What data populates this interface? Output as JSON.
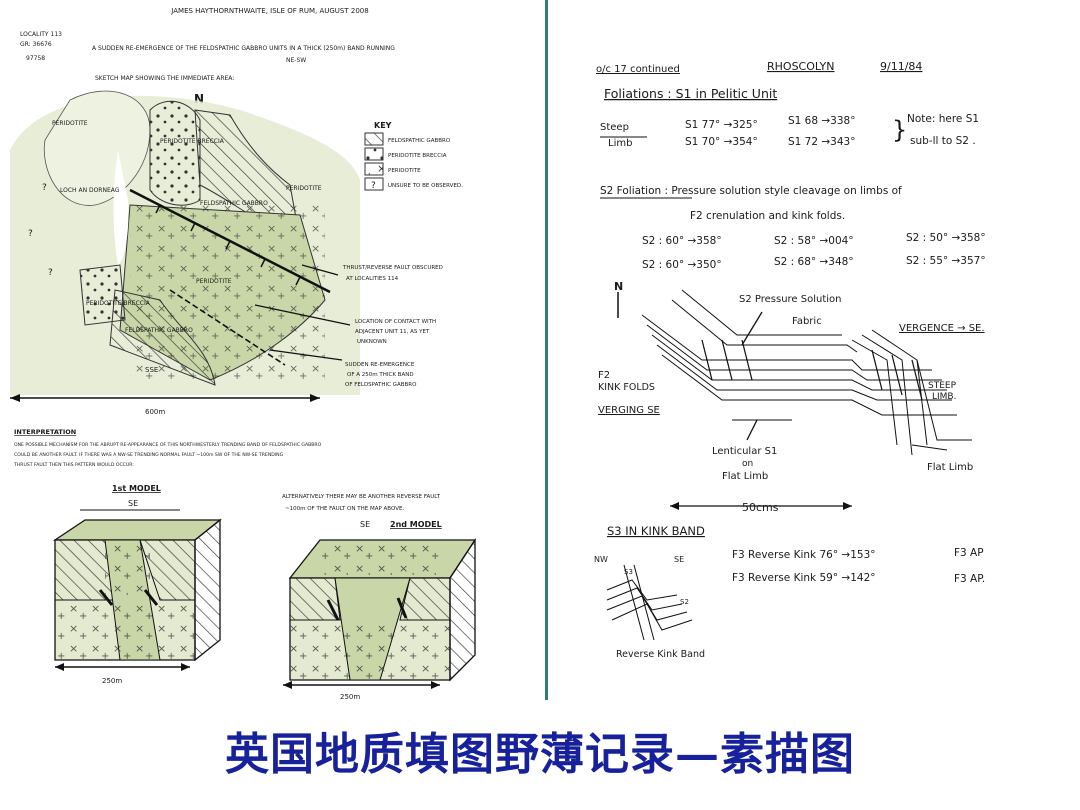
{
  "caption": "英国地质填图野薄记录—素描图",
  "colors": {
    "divider": "#2e7d7a",
    "caption": "#16219b",
    "gabbro_fill": "#c9d7a8",
    "peridotite_fill": "#e3ead0"
  },
  "left": {
    "header": "JAMES HAYTHORNTHWAITE, ISLE OF RUM, AUGUST 2008",
    "locality": [
      "LOCALITY 113",
      "GR: 36676",
      "97758"
    ],
    "intro": [
      "A SUDDEN RE-EMERGENCE OF THE FELDSPATHIC GABBRO UNITS IN A THICK (250m) BAND RUNNING",
      "NE-SW"
    ],
    "sketch_title": "SKETCH MAP SHOWING THE IMMEDIATE AREA:",
    "north": "N",
    "key": {
      "title": "KEY",
      "items": [
        "FELDSPATHIC GABBRO",
        "PERIDOTITE BRECCIA",
        "PERIDOTITE",
        "UNSURE TO BE OBSERVED."
      ]
    },
    "map_labels": {
      "peridotite_tl": "PERIDOTITE",
      "breccia_top": "PERIDOTITE BRECCIA",
      "peridotite_right": "PERIDOTITE",
      "loch": "LOCH AN DORNEAG",
      "feld_gabbro_top": "FELDSPATHIC GABBRO",
      "peridotite_mid": "PERIDOTITE",
      "breccia_bot": "PERIDOTITE BRECCIA",
      "feld_gabbro_bot": "FELDSPATHIC GABBRO",
      "sse": "SSE",
      "q": "?"
    },
    "annotations": [
      [
        "THRUST/REVERSE FAULT OBSCURED",
        "AT LOCALITIES 114"
      ],
      [
        "LOCATION OF CONTACT WITH",
        "ADJACENT UNIT 11, AS YET",
        "UNKNOWN"
      ],
      [
        "SUDDEN RE-EMERGENCE",
        "OF A 250m THICK BAND",
        "OF FELDSPATHIC GABBRO"
      ]
    ],
    "scale_map": "600m",
    "interpretation_heading": "INTERPRETATION",
    "interpretation": [
      "ONE POSSIBLE MECHANISM FOR THE ABRUPT RE-APPEARANCE OF THIS NORTHWESTERLY TRENDING BAND OF FELDSPATHIC GABBRO",
      "COULD BE ANOTHER FAULT. IF THERE WAS A NW-SE TRENDING NORMAL FAULT ~100m SW OF THE NW-SE TRENDING",
      "THRUST FAULT THEN THIS PATTERN WOULD OCCUR:"
    ],
    "model1": {
      "title": "1st MODEL",
      "dir": "SE",
      "scale": "250m"
    },
    "alt_text": [
      "ALTERNATIVELY THERE MAY BE ANOTHER REVERSE FAULT",
      "~100m OF THE FAULT ON THE MAP ABOVE."
    ],
    "model2": {
      "dir": "SE",
      "title": "2nd MODEL",
      "scale": "250m"
    }
  },
  "right": {
    "header_left": "o/c 17 continued",
    "header_mid": "RHOSCOLYN",
    "header_date": "9/11/84",
    "foliations_title": "Foliations : S1 in Pelitic Unit",
    "steep_limb": [
      "Steep",
      "Limb"
    ],
    "s1_rows": [
      [
        "S1 77° →325°",
        "S1 68 →338°"
      ],
      [
        "S1 70° →354°",
        "S1 72 →343°"
      ]
    ],
    "note": [
      "Note: here S1",
      "sub-ll to S2 ."
    ],
    "s2_line1": "S2 Foliation : Pressure solution style cleavage on limbs of",
    "s2_line2": "F2 crenulation and kink folds.",
    "s2_rows": [
      [
        "S2 : 60° →358°",
        "S2 : 58° →004°",
        "S2 : 50° →358°"
      ],
      [
        "S2 : 60° →350°",
        "S2 : 68° →348°",
        "S2 : 55° →357°"
      ]
    ],
    "north": "N",
    "sketch": {
      "pressure": "S2 Pressure Solution",
      "fabric": "Fabric",
      "vergence": "VERGENCE → SE.",
      "f2": "F2",
      "kink_folds": "KINK FOLDS",
      "verging": "VERGING SE",
      "steep": "STEEP",
      "limb": "LIMB.",
      "lenticular": [
        "Lenticular S1",
        "on",
        "Flat Limb"
      ],
      "flat_limb": "Flat Limb",
      "scale": "50cms"
    },
    "s3_title": "S3 IN KINK BAND",
    "nw": "NW",
    "se": "SE",
    "s3_rows": [
      [
        "F3 Reverse Kink 76° →153°",
        "F3 AP"
      ],
      [
        "F3 Reverse Kink 59° →142°",
        "F3 AP."
      ]
    ],
    "s3_labels": [
      "S3",
      "S2"
    ],
    "reverse_kink": "Reverse Kink Band"
  }
}
